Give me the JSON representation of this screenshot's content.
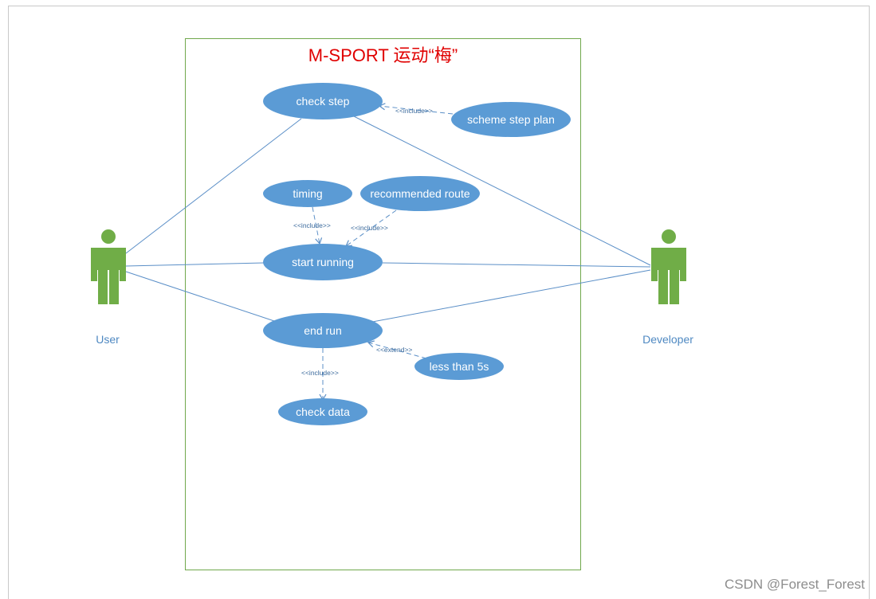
{
  "title": "M-SPORT 运动“梅”",
  "colors": {
    "use_case_fill": "#5b9bd5",
    "line": "#5b8fc7",
    "actor": "#70ad47",
    "system_border": "#70a84c",
    "title": "#e00000"
  },
  "actors": {
    "user": {
      "label": "User"
    },
    "developer": {
      "label": "Developer"
    }
  },
  "use_cases": {
    "check_step": "check step",
    "scheme_step_plan": "scheme step plan",
    "timing": "timing",
    "recommended_route": "recommended route",
    "start_running": "start running",
    "end_run": "end run",
    "less_than_5s": "less than 5s",
    "check_data": "check data"
  },
  "relations": {
    "include": "<<include>>",
    "extend": "<<extend>>"
  },
  "watermark": "CSDN @Forest_Forest"
}
